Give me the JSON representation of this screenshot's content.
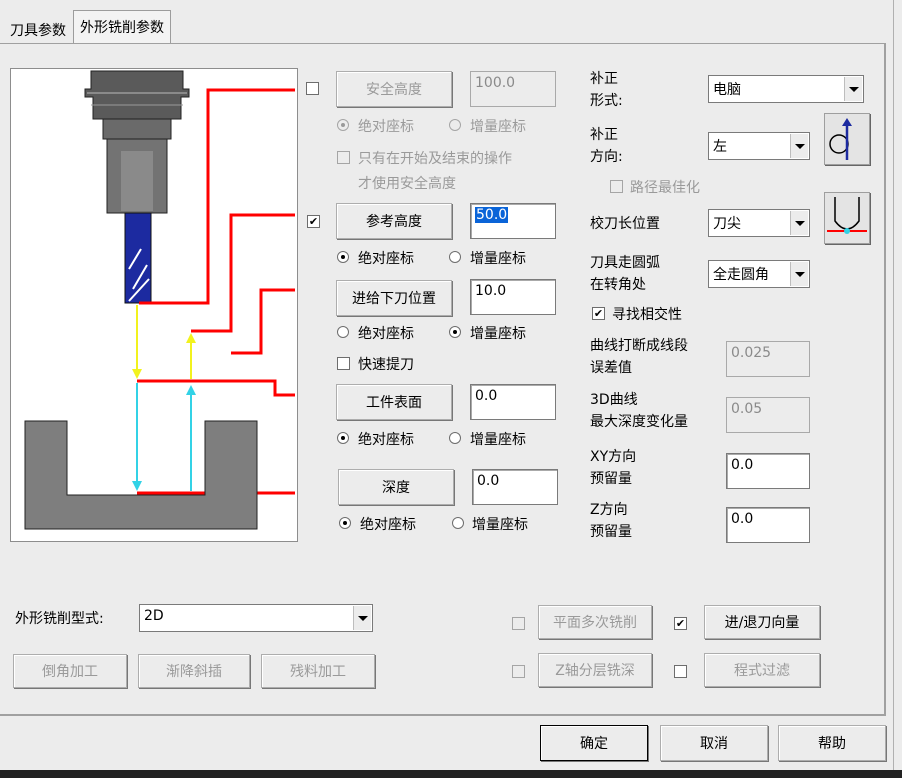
{
  "tabs": [
    {
      "label": "刀具参数"
    },
    {
      "label": "外形铣削参数"
    }
  ],
  "safety_height": {
    "checked": false,
    "button": "安全高度",
    "value": "100.0",
    "abs": "绝对座标",
    "inc": "增量座标",
    "only_start_end": "只有在开始及结束的操作",
    "only_start_end_2": "才使用安全高度"
  },
  "ref_height": {
    "checked": true,
    "button": "参考高度",
    "value": "50.0",
    "abs": "绝对座标",
    "inc": "增量座标"
  },
  "feed_plane": {
    "button": "进给下刀位置",
    "value": "10.0",
    "abs": "绝对座标",
    "inc": "增量座标",
    "fast_retract": "快速提刀"
  },
  "top_of_stock": {
    "button": "工件表面",
    "value": "0.0",
    "abs": "绝对座标",
    "inc": "增量座标"
  },
  "depth": {
    "button": "深度",
    "value": "0.0",
    "abs": "绝对座标",
    "inc": "增量座标"
  },
  "right": {
    "comp_type_label_1": "补正",
    "comp_type_label_2": "形式:",
    "comp_type_value": "电脑",
    "comp_dir_label_1": "补正",
    "comp_dir_label_2": "方向:",
    "comp_dir_value": "左",
    "optimize_path": "路径最佳化",
    "tip_comp_label": "校刀长位置",
    "tip_comp_value": "刀尖",
    "roll_label_1": "刀具走圆弧",
    "roll_label_2": "在转角处",
    "roll_value": "全走圆角",
    "find_intersect": "寻找相交性",
    "linearize_label_1": "曲线打断成线段",
    "linearize_label_2": "误差值",
    "linearize_value": "0.025",
    "max_depth_label_1": "3D曲线",
    "max_depth_label_2": "最大深度变化量",
    "max_depth_value": "0.05",
    "xy_stock_label_1": "XY方向",
    "xy_stock_label_2": "预留量",
    "xy_stock_value": "0.0",
    "z_stock_label_1": "Z方向",
    "z_stock_label_2": "预留量",
    "z_stock_value": "0.0"
  },
  "contour_type": {
    "label": "外形铣削型式:",
    "value": "2D"
  },
  "bottom_buttons": {
    "chamfer": "倒角加工",
    "ramp": "渐降斜插",
    "remachining": "残料加工",
    "multi_passes": "平面多次铣削",
    "lead_in_out": "进/退刀向量",
    "depth_cuts": "Z轴分层铣深",
    "filter": "程式过滤"
  },
  "dialog_buttons": {
    "ok": "确定",
    "cancel": "取消",
    "help": "帮助"
  },
  "colors": {
    "level_line": "#ff0000",
    "arrow_yellow": "#f2f21e",
    "arrow_cyan": "#32d2e6",
    "tool_blue": "#1c2aa0",
    "selection": "#0a64d8"
  },
  "icons": {
    "checkmark": "✔"
  }
}
